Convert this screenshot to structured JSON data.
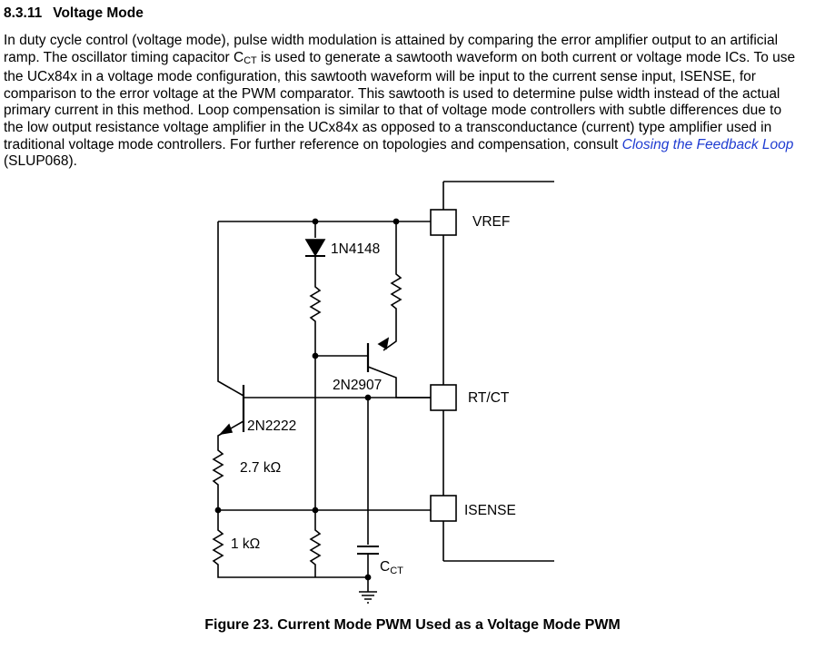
{
  "section": {
    "number": "8.3.11",
    "title": "Voltage Mode"
  },
  "body": {
    "part1": "In duty cycle control (voltage mode), pulse width modulation is attained by comparing the error amplifier output to an artificial ramp. The oscillator timing capacitor C",
    "part1_sub": "CT",
    "part2": " is used to generate a sawtooth waveform on both current or voltage mode ICs. To use the UCx84x in a voltage mode configuration, this sawtooth waveform will be input to the current sense input, ISENSE, for comparison to the error voltage at the PWM comparator. This sawtooth is used to determine pulse width instead of the actual primary current in this method. Loop compensation is similar to that of voltage mode controllers with subtle differences due to the low output resistance voltage amplifier in the UCx84x as opposed to a transconductance (current) type amplifier used in traditional voltage mode controllers. For further reference on topologies and compensation, consult ",
    "link_text": "Closing the Feedback Loop",
    "part3": " (SLUP068)."
  },
  "diagram": {
    "pins": {
      "vref": "VREF",
      "rtct": "RT/CT",
      "isense": "ISENSE"
    },
    "components": {
      "diode": "1N4148",
      "pnp": "2N2907",
      "npn": "2N2222",
      "r_emitter": "2.7 kΩ",
      "r_bottom": "1 kΩ",
      "cap_main": "C",
      "cap_sub": "CT"
    }
  },
  "caption": "Figure 23. Current Mode PWM Used as a Voltage Mode PWM"
}
